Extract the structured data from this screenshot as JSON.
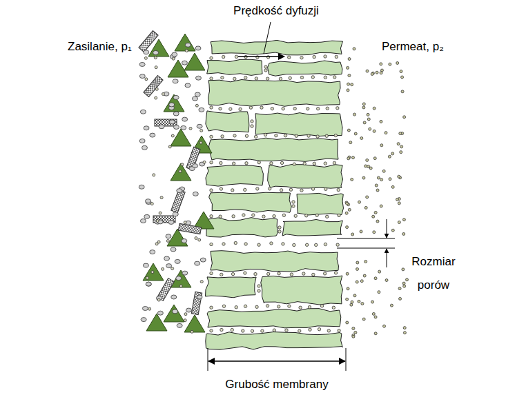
{
  "diagram": {
    "labels": [
      "Prędkość dyfuzji",
      "Zasilanie, p₁",
      "Permeat, p₂",
      "Rozmiar porów",
      "Grubość membrany"
    ]
  }
}
